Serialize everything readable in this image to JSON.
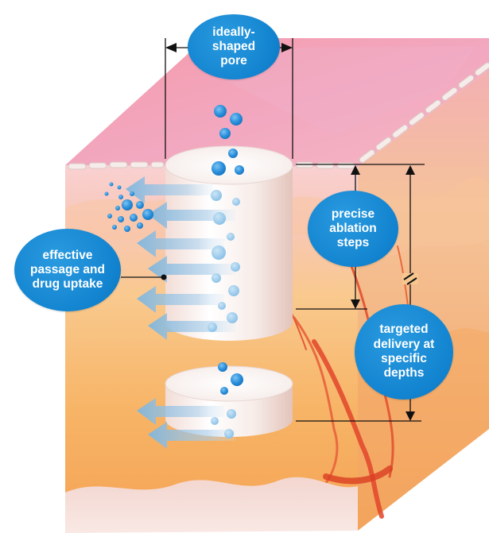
{
  "labels": {
    "ideally_shaped_pore": "ideally-\nshaped\npore",
    "precise_ablation_steps": "precise\nablation\nsteps",
    "effective_passage": "effective\npassage and\ndrug uptake",
    "targeted_delivery": "targeted\ndelivery at\nspecific\ndepths"
  },
  "colors": {
    "label_fill": "#1283cf",
    "label_text": "#ffffff",
    "drug_particle": "#2a8fdb",
    "skin_surface": "#f2a3b4",
    "dermis": "#f7c77a",
    "blood_vessel": "#e2452a"
  },
  "icons": {
    "break_mark": "double-slash",
    "dimension_arrows": "arrowheads"
  }
}
